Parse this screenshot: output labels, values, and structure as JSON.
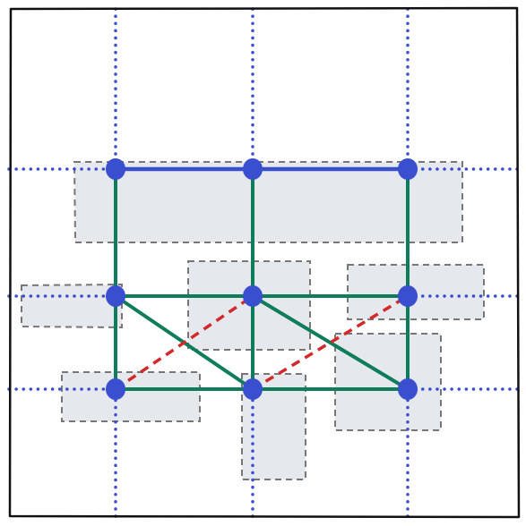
{
  "colors": {
    "background": "#ffffff",
    "frame": "#111111",
    "grid_line": "#3a4fd0",
    "rectangle_fill": "#e5e8ec",
    "rectangle_stroke": "#777777",
    "solid_edge": "#0f7d5c",
    "top_edge": "#3a4fd0",
    "dashed_edge": "#d22a2a",
    "node": "#3a4fd0"
  },
  "diagram": {
    "nodes": [
      {
        "id": "n1",
        "col": 0,
        "row": 0
      },
      {
        "id": "n2",
        "col": 1,
        "row": 0
      },
      {
        "id": "n3",
        "col": 2,
        "row": 0
      },
      {
        "id": "n4",
        "col": 0,
        "row": 1
      },
      {
        "id": "n5",
        "col": 1,
        "row": 1
      },
      {
        "id": "n6",
        "col": 2,
        "row": 1
      },
      {
        "id": "n7",
        "col": 0,
        "row": 2
      },
      {
        "id": "n8",
        "col": 1,
        "row": 2
      },
      {
        "id": "n9",
        "col": 2,
        "row": 2
      }
    ],
    "edges": [
      {
        "from": "n1",
        "to": "n2",
        "style": "top"
      },
      {
        "from": "n2",
        "to": "n3",
        "style": "top"
      },
      {
        "from": "n1",
        "to": "n4",
        "style": "solid"
      },
      {
        "from": "n2",
        "to": "n5",
        "style": "solid"
      },
      {
        "from": "n3",
        "to": "n6",
        "style": "solid"
      },
      {
        "from": "n4",
        "to": "n5",
        "style": "solid"
      },
      {
        "from": "n5",
        "to": "n6",
        "style": "solid"
      },
      {
        "from": "n4",
        "to": "n7",
        "style": "solid"
      },
      {
        "from": "n5",
        "to": "n8",
        "style": "solid"
      },
      {
        "from": "n6",
        "to": "n9",
        "style": "solid"
      },
      {
        "from": "n7",
        "to": "n8",
        "style": "solid"
      },
      {
        "from": "n8",
        "to": "n9",
        "style": "solid"
      },
      {
        "from": "n4",
        "to": "n8",
        "style": "solid"
      },
      {
        "from": "n5",
        "to": "n9",
        "style": "solid"
      },
      {
        "from": "n7",
        "to": "n5",
        "style": "dashed"
      },
      {
        "from": "n8",
        "to": "n6",
        "style": "dashed"
      }
    ]
  }
}
